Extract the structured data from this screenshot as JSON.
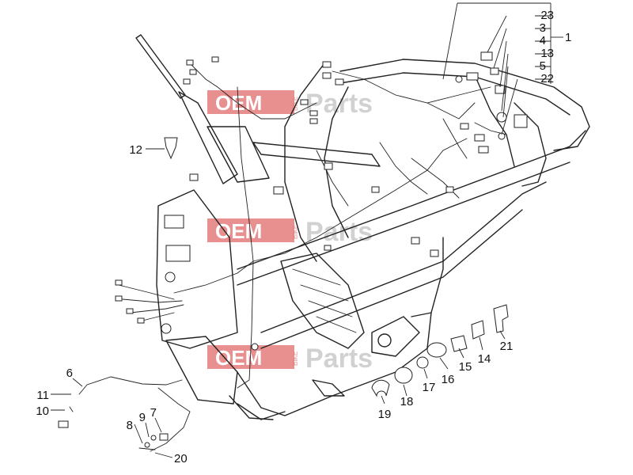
{
  "diagram": {
    "watermark": {
      "brand_a": "OEM",
      "brand_b": "Parts",
      "bike": "BIKE"
    },
    "callouts": [
      {
        "id": "c1",
        "text": "1"
      },
      {
        "id": "c3",
        "text": "3"
      },
      {
        "id": "c4",
        "text": "4"
      },
      {
        "id": "c5",
        "text": "5"
      },
      {
        "id": "c6",
        "text": "6"
      },
      {
        "id": "c7",
        "text": "7"
      },
      {
        "id": "c8",
        "text": "8"
      },
      {
        "id": "c9",
        "text": "9"
      },
      {
        "id": "c10",
        "text": "10"
      },
      {
        "id": "c11",
        "text": "11"
      },
      {
        "id": "c12",
        "text": "12"
      },
      {
        "id": "c13",
        "text": "13"
      },
      {
        "id": "c14",
        "text": "14"
      },
      {
        "id": "c15",
        "text": "15"
      },
      {
        "id": "c16",
        "text": "16"
      },
      {
        "id": "c17",
        "text": "17"
      },
      {
        "id": "c18",
        "text": "18"
      },
      {
        "id": "c19",
        "text": "19"
      },
      {
        "id": "c20",
        "text": "20"
      },
      {
        "id": "c21",
        "text": "21"
      },
      {
        "id": "c22",
        "text": "22"
      },
      {
        "id": "c23",
        "text": "23"
      }
    ]
  }
}
